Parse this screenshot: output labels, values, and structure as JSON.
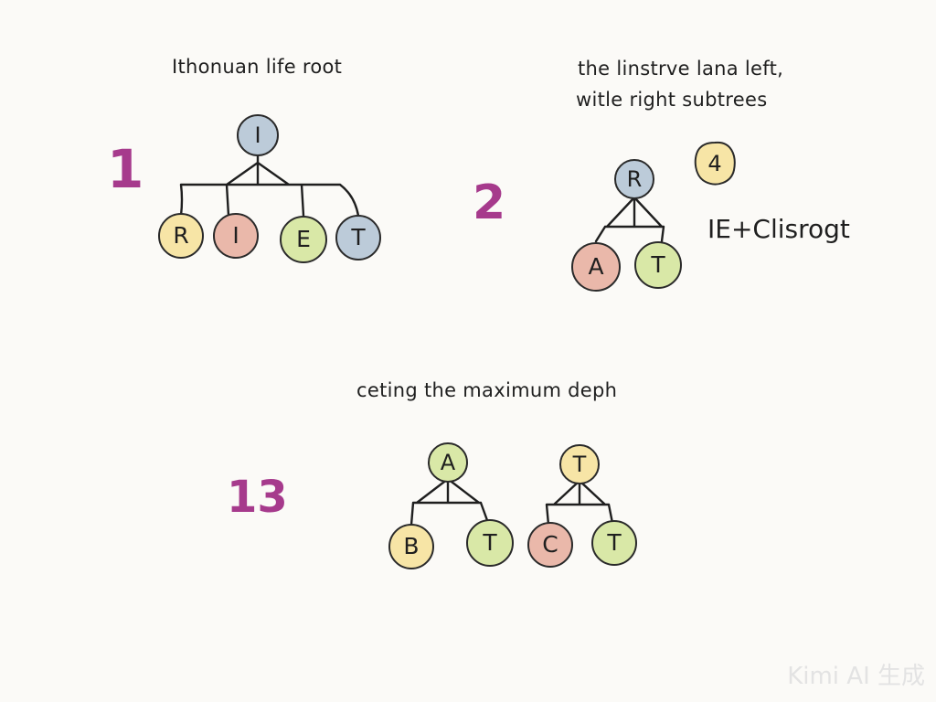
{
  "colors": {
    "blue": "#bccbd9",
    "yellow": "#f7e5a6",
    "pink": "#eab8aa",
    "green": "#d9e8a7",
    "ink": "#1f1f1f",
    "step": "#a63a8c"
  },
  "captions": {
    "top_left": "Ithonuan life root",
    "top_right_line1": "the linstrve lana left,",
    "top_right_line2": "witle right subtrees",
    "bottom": "ceting the maximum deph"
  },
  "steps": {
    "one": "1",
    "two": "2",
    "thirteen": "13"
  },
  "side_note": "IE+Clisrogt",
  "badge": {
    "label": "4",
    "color": "yellow"
  },
  "watermark": "Kimi AI 生成",
  "diagrams": [
    {
      "id": "tree-1",
      "root": {
        "label": "I",
        "color": "blue"
      },
      "children": [
        {
          "label": "R",
          "color": "yellow"
        },
        {
          "label": "I",
          "color": "pink"
        },
        {
          "label": "E",
          "color": "green"
        },
        {
          "label": "T",
          "color": "blue"
        }
      ]
    },
    {
      "id": "tree-2",
      "root": {
        "label": "R",
        "color": "blue"
      },
      "children": [
        {
          "label": "A",
          "color": "pink"
        },
        {
          "label": "T",
          "color": "green"
        }
      ]
    },
    {
      "id": "tree-3",
      "root": {
        "label": "A",
        "color": "green"
      },
      "children": [
        {
          "label": "B",
          "color": "yellow"
        },
        {
          "label": "T",
          "color": "green"
        }
      ]
    },
    {
      "id": "tree-4",
      "root": {
        "label": "T",
        "color": "yellow"
      },
      "children": [
        {
          "label": "C",
          "color": "pink"
        },
        {
          "label": "T",
          "color": "green"
        }
      ]
    }
  ]
}
